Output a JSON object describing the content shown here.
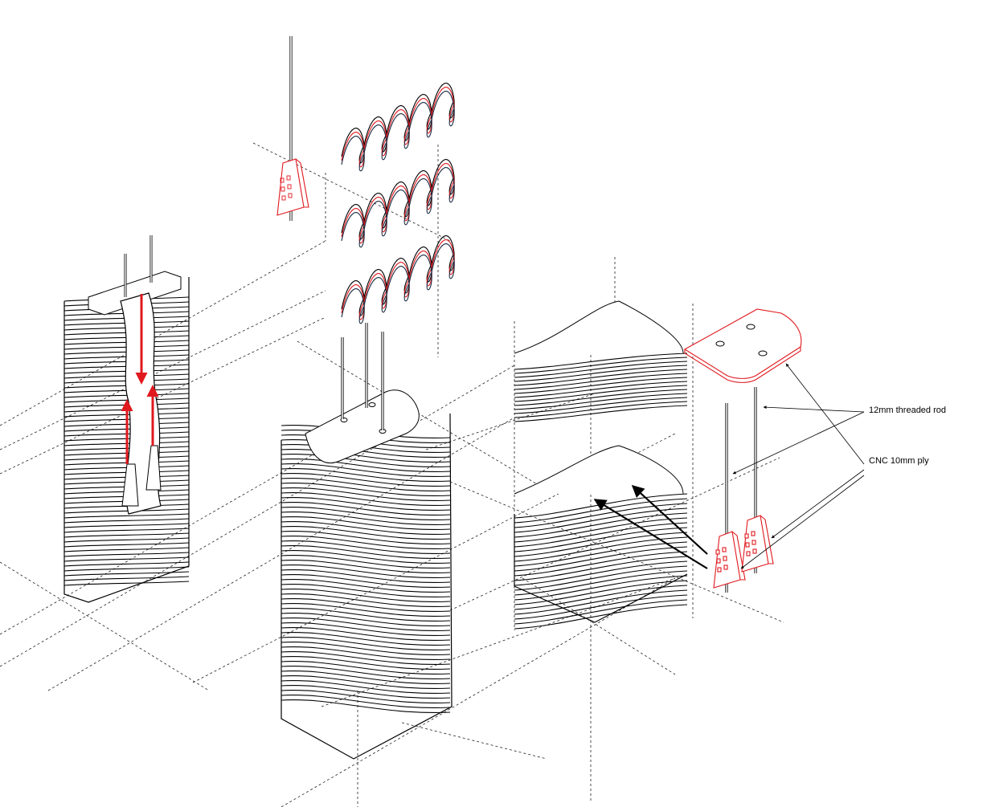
{
  "annotations": {
    "threaded_rod": "12mm threaded rod",
    "cnc_ply": "CNC 10mm ply"
  },
  "colors": {
    "line": "#000000",
    "accent": "#e0191e",
    "construction": "#222222",
    "background": "#ffffff"
  },
  "icons": {
    "rod": "threaded-rod",
    "bracket": "ply-bracket-clamp",
    "plate": "ply-cap-plate"
  }
}
